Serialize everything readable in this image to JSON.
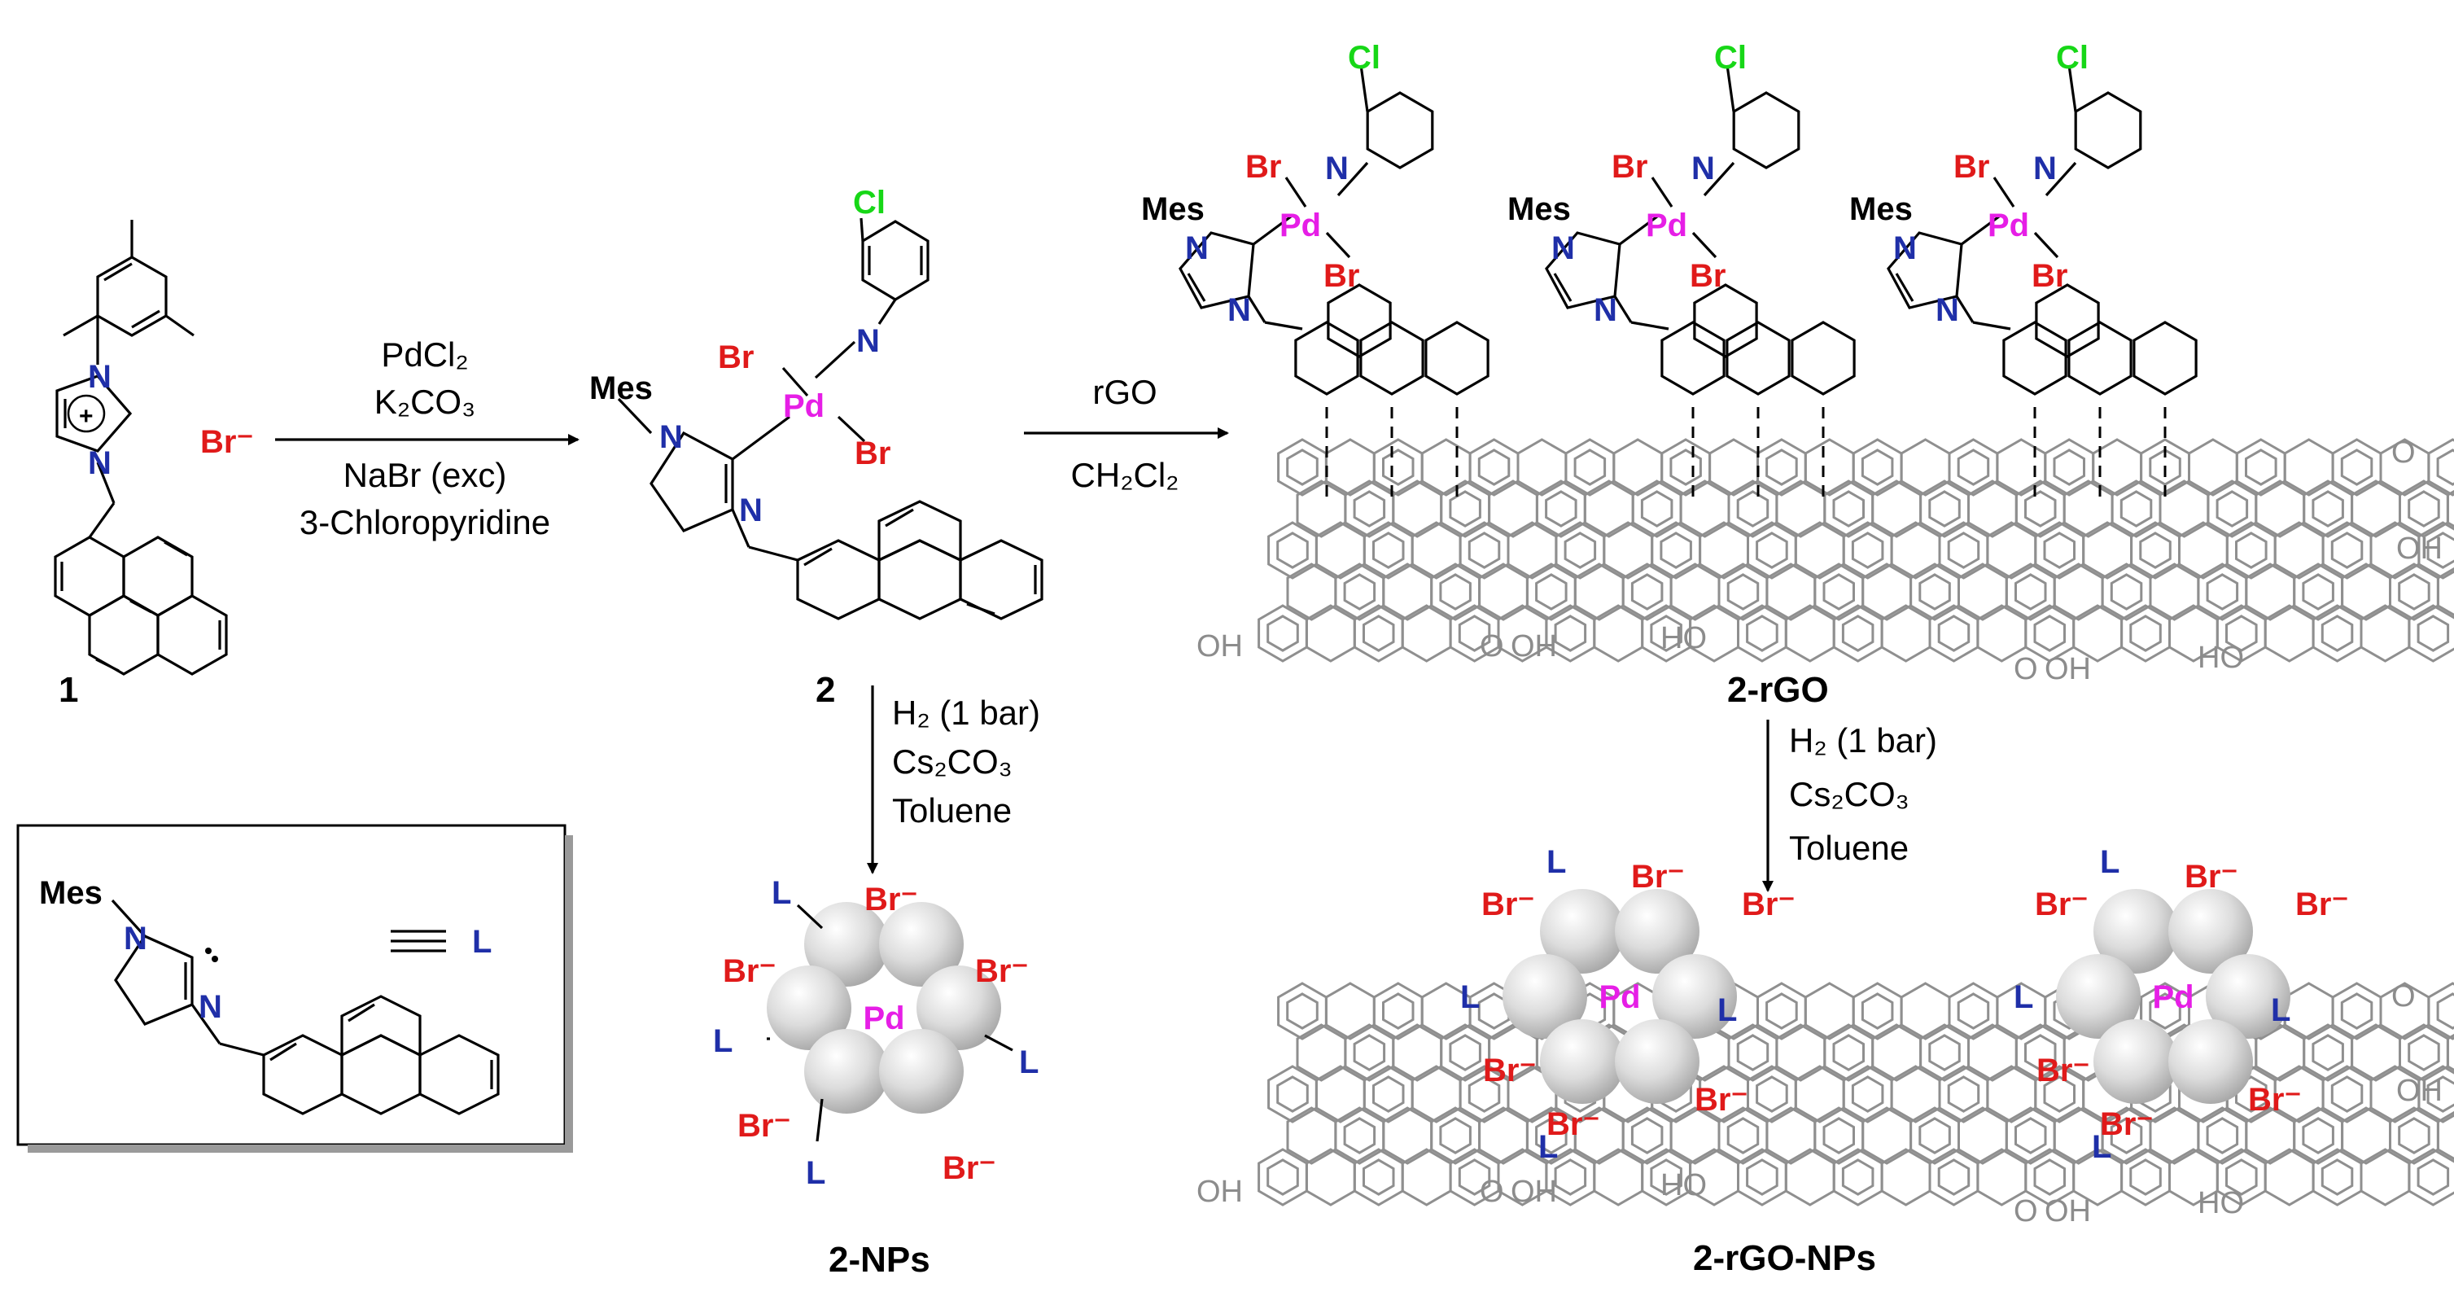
{
  "compounds": {
    "c1": "1",
    "c2": "2",
    "c2rgo": "2-rGO",
    "c2nps": "2-NPs",
    "c2rgonps": "2-rGO-NPs"
  },
  "atoms": {
    "N": "N",
    "Br": "Br",
    "Br_minus": "Br⁻",
    "Cl": "Cl",
    "Pd": "Pd",
    "Mes": "Mes",
    "L": "L",
    "plus": "+",
    "OH": "OH",
    "HO": "HO",
    "O": "O"
  },
  "conditions": {
    "step1": [
      "PdCl₂",
      "K₂CO₃",
      "NaBr (exc)",
      "3-Chloropyridine"
    ],
    "step2": [
      "rGO",
      "CH₂Cl₂"
    ],
    "step3": [
      "H₂ (1 bar)",
      "Cs₂CO₃",
      "Toluene"
    ],
    "step4": [
      "H₂ (1 bar)",
      "Cs₂CO₃",
      "Toluene"
    ]
  },
  "legend": {
    "symbol": "L"
  },
  "colors": {
    "nitrogen": "#1f2fa8",
    "bromine": "#e01a1a",
    "chlorine": "#17d717",
    "palladium": "#e61ee6",
    "graphene": "#8f8f8f"
  }
}
